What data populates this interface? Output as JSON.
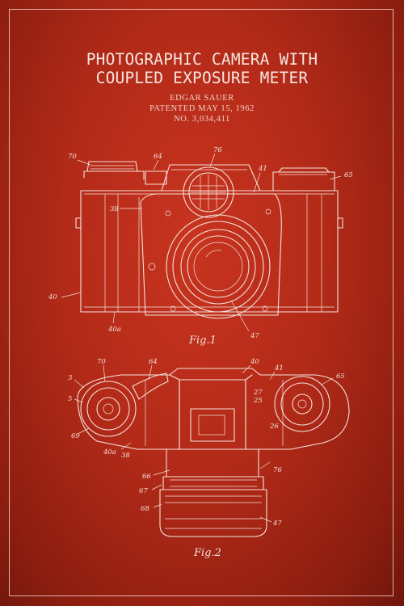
{
  "patent": {
    "title_line1": "PHOTOGRAPHIC CAMERA WITH",
    "title_line2": "COUPLED EXPOSURE METER",
    "inventor": "EDGAR SAUER",
    "patented": "PATENTED MAY 15, 1962",
    "number": "NO. 3,034,411"
  },
  "figures": {
    "fig1_label": "Fig.1",
    "fig2_label": "Fig.2"
  },
  "fig1_refs": {
    "r70": "70",
    "r64": "64",
    "r76": "76",
    "r41": "41",
    "r65": "65",
    "r38": "38",
    "r40": "40",
    "r40a": "40a",
    "r47": "47"
  },
  "fig2_refs": {
    "r70": "70",
    "r64": "64",
    "r40": "40",
    "r41": "41",
    "r65": "65",
    "r3": "3",
    "r5": "5",
    "r69": "69",
    "r40a": "40a",
    "r38": "38",
    "r27": "27",
    "r25": "25",
    "r26": "26",
    "r66": "66",
    "r76": "76",
    "r67": "67",
    "r68": "68",
    "r47": "47"
  },
  "colors": {
    "background": "#b22a18",
    "line": "#f3e2da"
  }
}
